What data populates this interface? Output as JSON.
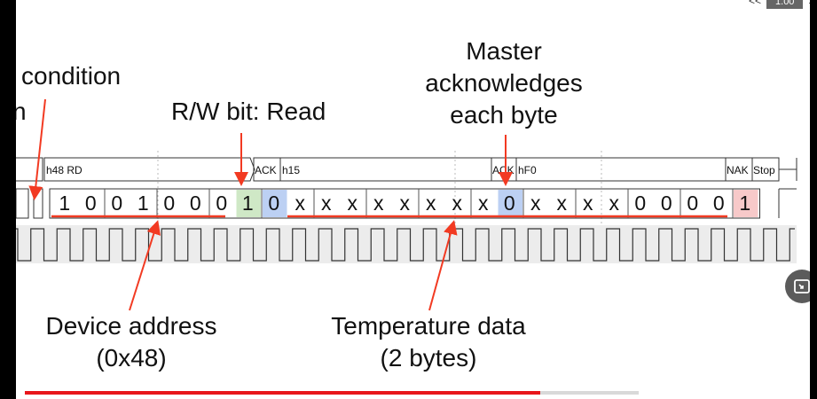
{
  "annotations": {
    "condition": "condition",
    "partial_left": "n",
    "rw_bit": "R/W bit: Read",
    "master_ack_line1": "Master",
    "master_ack_line2": "acknowledges",
    "master_ack_line3": "each byte",
    "device_address_line1": "Device address",
    "device_address_line2": "(0x48)",
    "temperature_line1": "Temperature data",
    "temperature_line2": "(2 bytes)"
  },
  "decoder": {
    "address_segment": "h48 RD",
    "ack1": "ACK",
    "byte1_segment": "h15",
    "ack2": "ACK",
    "byte2_segment": "hF0",
    "nak": "NAK",
    "stop": "Stop"
  },
  "bits": [
    "1",
    "0",
    "0",
    "1",
    "0",
    "0",
    "0",
    "1",
    "0",
    "x",
    "x",
    "x",
    "x",
    "x",
    "x",
    "x",
    "x",
    "0",
    "x",
    "x",
    "x",
    "x",
    "0",
    "0",
    "0",
    "0",
    "1"
  ],
  "colors": {
    "rw_bit_bg": "#cfe8c6",
    "ack_bg": "#bcd0f3",
    "nak_bg": "#f7c9c9",
    "arrow": "#f23a22",
    "progress": "#e8161b"
  },
  "player": {
    "speed_prev": "<<",
    "speed_value": "1.00",
    "speed_next": ">>",
    "progress_fraction": 0.84
  },
  "icons": {
    "pip": "picture-in-picture-icon"
  }
}
